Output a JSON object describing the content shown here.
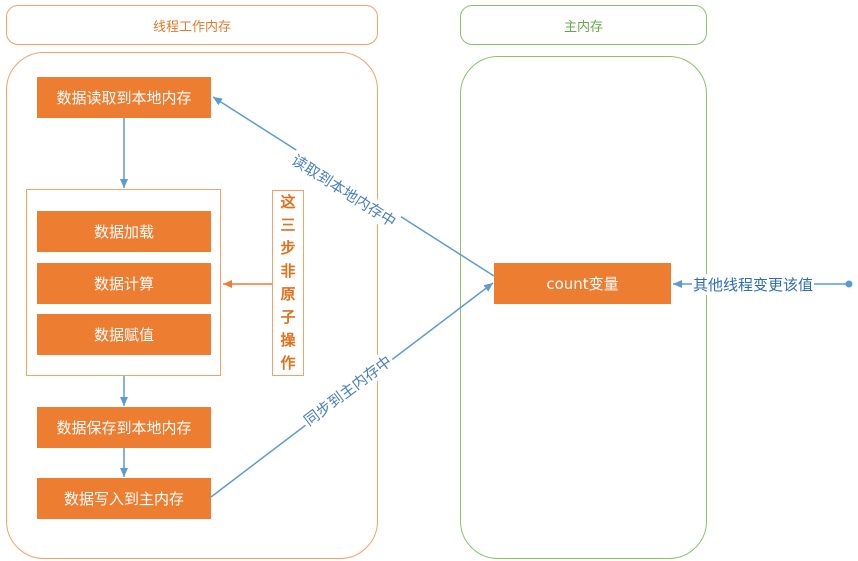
{
  "headers": {
    "thread_memory": "线程工作内存",
    "main_memory": "主内存"
  },
  "steps": {
    "read_local": "数据读取到本地内存",
    "load": "数据加载",
    "compute": "数据计算",
    "assign": "数据赋值",
    "save_local": "数据保存到本地内存",
    "write_main": "数据写入到主内存"
  },
  "non_atomic_note": [
    "这",
    "三",
    "步",
    "非",
    "原",
    "子",
    "操",
    "作"
  ],
  "main": {
    "variable": "count变量"
  },
  "arrows": {
    "read_label": "读取到本地内存中",
    "sync_label": "同步到主内存中",
    "other_thread_label": "其他线程变更该值"
  },
  "colors": {
    "orange": "#ed7d31",
    "orange_border": "#f0a268",
    "green_border": "#8cc266",
    "blue_arrow": "#5b9bd5",
    "label_blue": "#4a7fbf"
  }
}
